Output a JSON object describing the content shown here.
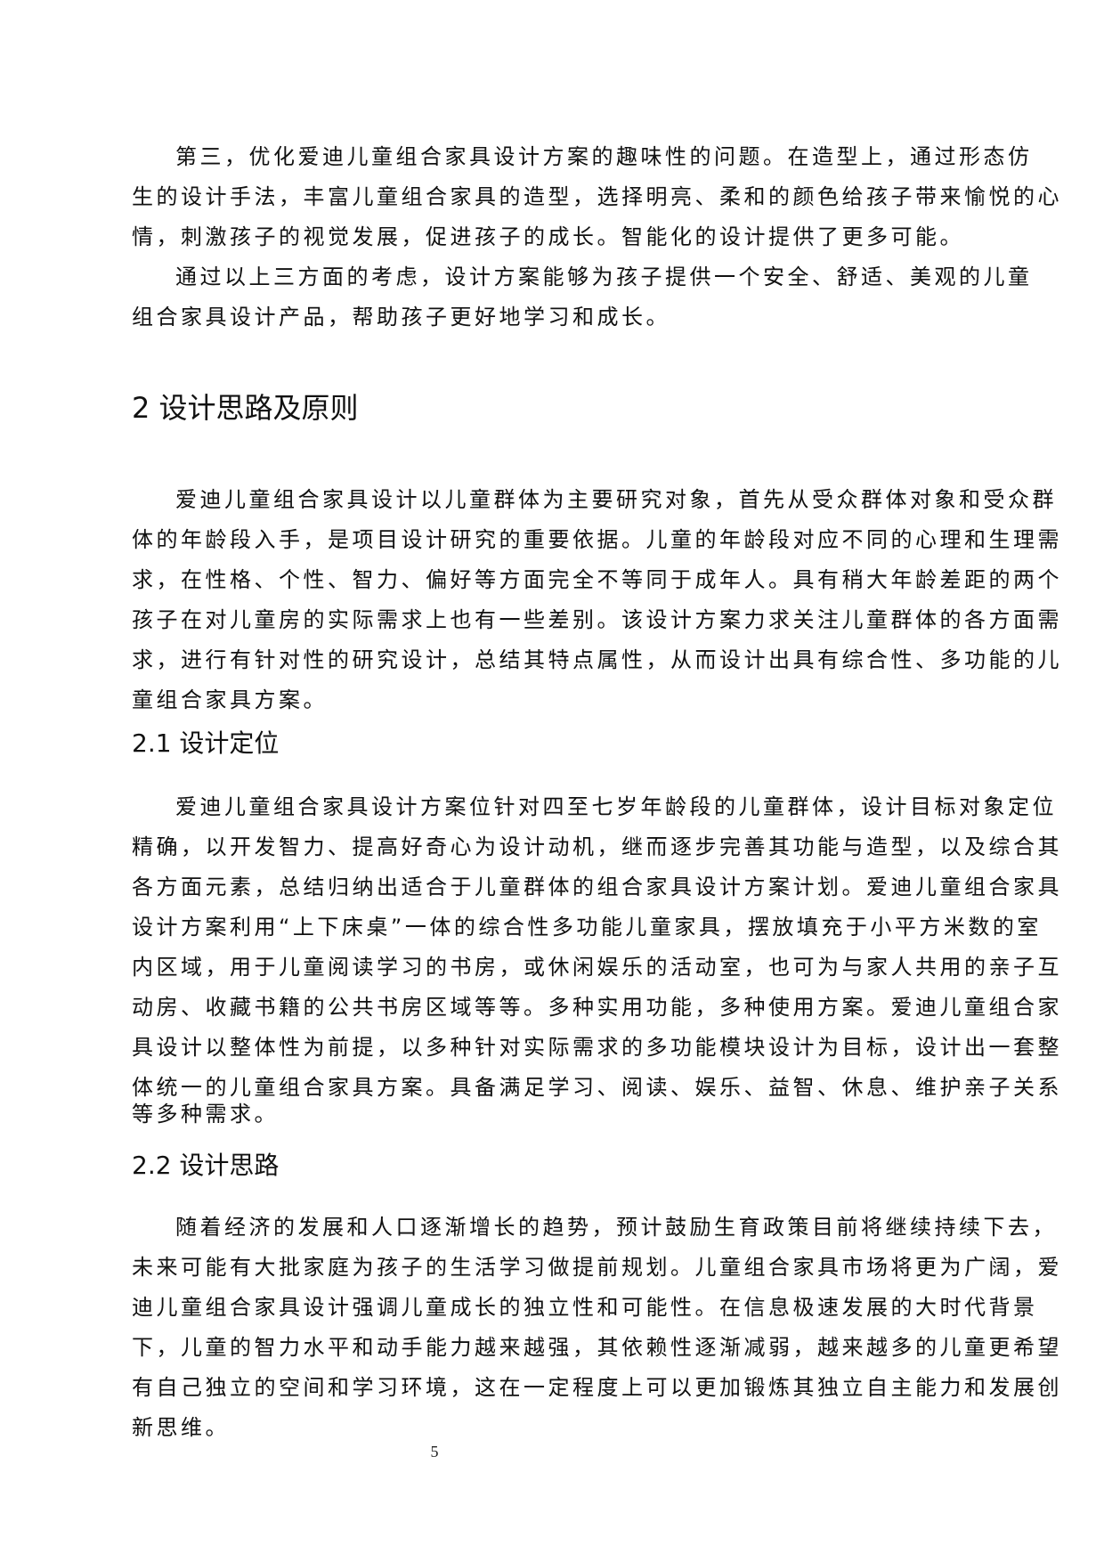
{
  "page": {
    "page_number": "5",
    "paragraphs_top": [
      {
        "lines": [
          "第三，优化爱迪儿童组合家具设计方案的趣味性的问题。在造型上，通过形态仿",
          "生的设计手法，丰富儿童组合家具的造型，选择明亮、柔和的颜色给孩子带来愉悦的心",
          "情，刺激孩子的视觉发展，促进孩子的成长。智能化的设计提供了更多可能。"
        ]
      },
      {
        "lines": [
          "通过以上三方面的考虑，设计方案能够为孩子提供一个安全、舒适、美观的儿童",
          "组合家具设计产品，帮助孩子更好地学习和成长。"
        ]
      }
    ],
    "section_2": {
      "heading": "2 设计思路及原则",
      "paragraph": {
        "lines": [
          "爱迪儿童组合家具设计以儿童群体为主要研究对象，首先从受众群体对象和受众群",
          "体的年龄段入手，是项目设计研究的重要依据。儿童的年龄段对应不同的心理和生理需",
          "求，在性格、个性、智力、偏好等方面完全不等同于成年人。具有稍大年龄差距的两个",
          "孩子在对儿童房的实际需求上也有一些差别。该设计方案力求关注儿童群体的各方面需",
          "求，进行有针对性的研究设计，总结其特点属性，从而设计出具有综合性、多功能的儿",
          "童组合家具方案。"
        ]
      }
    },
    "section_2_1": {
      "heading": "2.1 设计定位",
      "paragraph": {
        "lines": [
          "爱迪儿童组合家具设计方案位针对四至七岁年龄段的儿童群体，设计目标对象定位",
          "精确，以开发智力、提高好奇心为设计动机，继而逐步完善其功能与造型，以及综合其",
          "各方面元素，总结归纳出适合于儿童群体的组合家具设计方案计划。爱迪儿童组合家具",
          "设计方案利用“上下床桌”一体的综合性多功能儿童家具，摆放填充于小平方米数的室",
          "内区域，用于儿童阅读学习的书房，或休闲娱乐的活动室，也可为与家人共用的亲子互",
          "动房、收藏书籍的公共书房区域等等。多种实用功能，多种使用方案。爱迪儿童组合家",
          "具设计以整体性为前提，以多种针对实际需求的多功能模块设计为目标，设计出一套整",
          "体统一的儿童组合家具方案。具备满足学习、阅读、娱乐、益智、休息、维护亲子关系",
          "等多种需求。"
        ]
      }
    },
    "section_2_2": {
      "heading": "2.2 设计思路",
      "paragraph": {
        "lines": [
          "随着经济的发展和人口逐渐增长的趋势，预计鼓励生育政策目前将继续持续下去，",
          "未来可能有大批家庭为孩子的生活学习做提前规划。儿童组合家具市场将更为广阔，爱",
          "迪儿童组合家具设计强调儿童成长的独立性和可能性。在信息极速发展的大时代背景",
          "下，儿童的智力水平和动手能力越来越强，其依赖性逐渐减弱，越来越多的儿童更希望",
          "有自己独立的空间和学习环境，这在一定程度上可以更加锻炼其独立自主能力和发展创",
          "新思维。"
        ]
      }
    }
  }
}
